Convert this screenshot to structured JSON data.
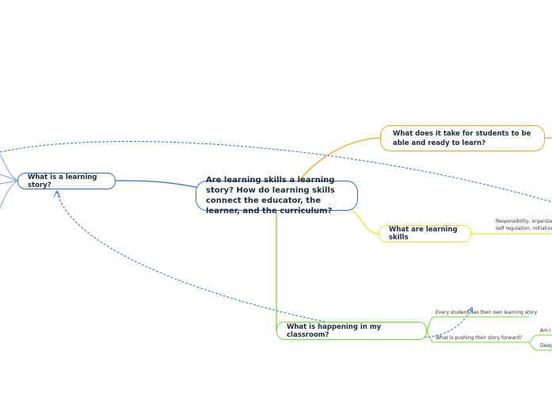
{
  "central": {
    "title": "Are learning skills a learning story? How do learning skills connect the educator, the learner, and the curriculum?"
  },
  "topics": {
    "story": "What is a learning story?",
    "ready": "What does it take for students to be able and ready to learn?",
    "skills": "What are learning skills",
    "classroom": "What is happening in my classroom?"
  },
  "subtopics": {
    "skills_leaf_1": "Responsibility, organizati",
    "skills_leaf_2": "self regulation, initiative",
    "class_leaf_own": "Every student has their own learning story",
    "class_leaf_push": "What is pushing their story forward?",
    "push_leaf_am": "Am I",
    "push_leaf_deep": "Deep"
  },
  "colors": {
    "central_border": "#2f6fd6",
    "story_branch": "#2f6fd6",
    "ready_branch": "#f5a623",
    "skills_branch": "#e6e82a",
    "classroom_branch": "#6cdc3c",
    "relationship_line": "#2f6fd6"
  }
}
